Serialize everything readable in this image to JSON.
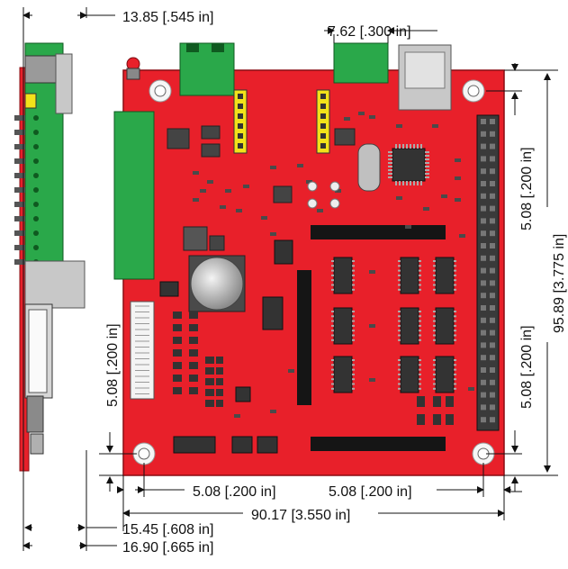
{
  "dimensions": {
    "top_side_width": "13.85 [.545 in]",
    "header_width": "7.62 [.300 in]",
    "right_hole_spacing": "5.08 [.200 in]",
    "right_lower_hole_spacing": "5.08 [.200 in]",
    "overall_height": "95.89 [3.775 in]",
    "left_hole_spacing": "5.08 [.200 in]",
    "bottom_left_hole_spacing": "5.08 [.200 in]",
    "bottom_right_hole_spacing": "5.08 [.200 in]",
    "overall_width": "90.17 [3.550 in]",
    "side_depth_1": "15.45 [.608 in]",
    "side_depth_2": "16.90 [.665 in]"
  },
  "colors": {
    "board": "#e8202a",
    "board_outline": "#8a0c12",
    "connector_green": "#2aa84a",
    "component_dark": "#3a3a3a",
    "header_yellow": "#f2e21a",
    "silver": "#c8c8c8"
  }
}
